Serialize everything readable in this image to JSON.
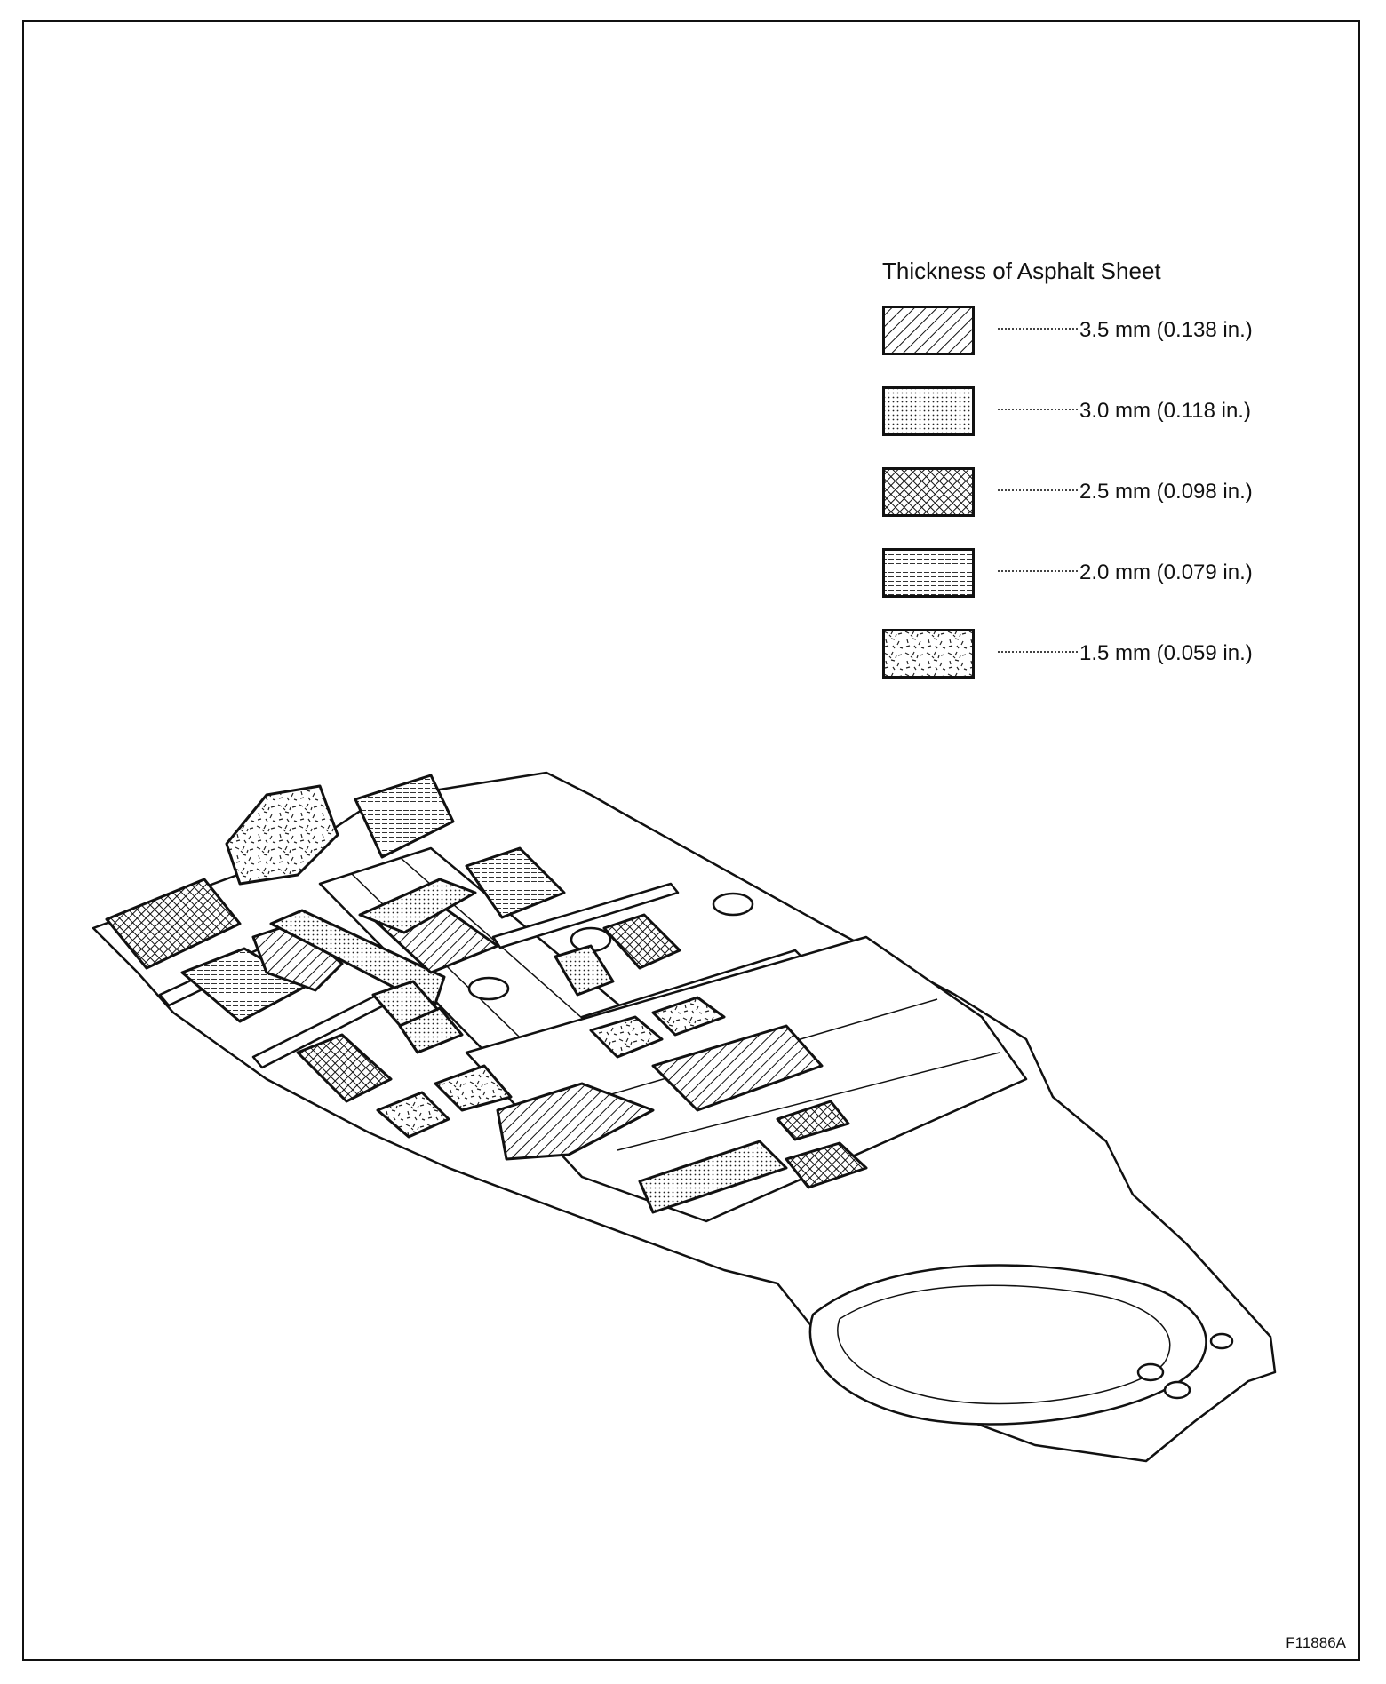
{
  "legend": {
    "title": "Thickness of Asphalt Sheet",
    "items": [
      {
        "label": "3.5 mm (0.138 in.)",
        "pattern": "diagonal-hatch"
      },
      {
        "label": "3.0 mm (0.118 in.)",
        "pattern": "fine-dots"
      },
      {
        "label": "2.5 mm (0.098 in.)",
        "pattern": "cross-hatch"
      },
      {
        "label": "2.0 mm (0.079 in.)",
        "pattern": "horizontal-lines"
      },
      {
        "label": "1.5 mm (0.059 in.)",
        "pattern": "random-dashes"
      }
    ]
  },
  "figure_id": "F11886A",
  "colors": {
    "line": "#111111",
    "background": "#ffffff"
  }
}
